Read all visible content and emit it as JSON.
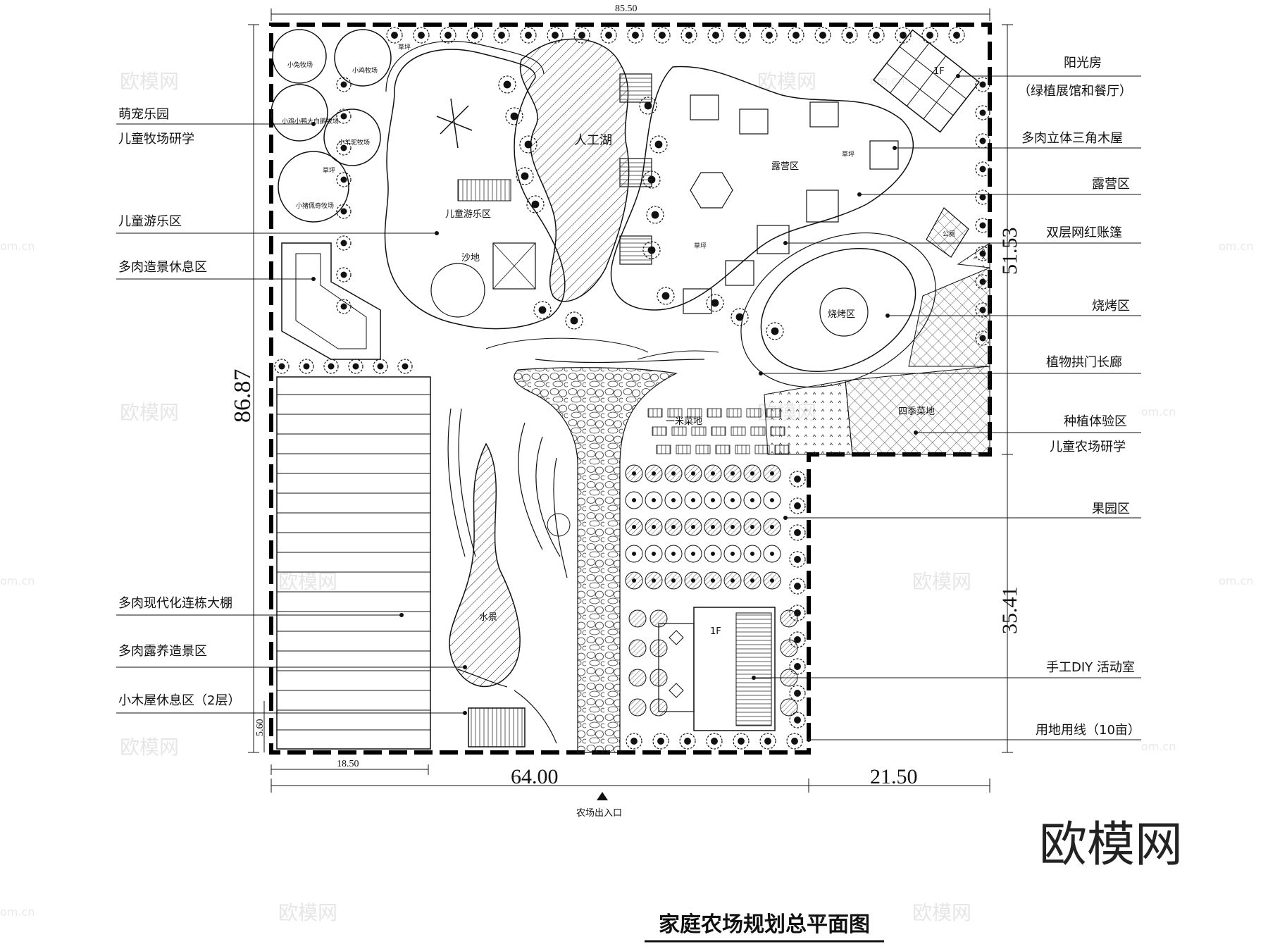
{
  "title": "家庭农场规划总平面图",
  "brand_mark": "欧模网",
  "watermarks": [
    "欧模网",
    "om.cn"
  ],
  "entrance_label": "农场出入口",
  "dimensions": {
    "top": "85.50",
    "left_total": "86.87",
    "right_upper": "51.53",
    "right_lower": "35.41",
    "bottom_main": "64.00",
    "bottom_right": "21.50",
    "bottom_left": "18.50",
    "left_small": "5.60"
  },
  "left_callouts": [
    "萌宠乐园",
    "儿童牧场研学",
    "儿童游乐区",
    "多肉造景休息区",
    "多肉现代化连栋大棚",
    "多肉露养造景区",
    "小木屋休息区（2层）"
  ],
  "right_callouts": [
    "阳光房",
    "（绿植展馆和餐厅）",
    "多肉立体三角木屋",
    "露营区",
    "双层网红账篷",
    "烧烤区",
    "植物拱门长廊",
    "种植体验区",
    "儿童农场研学",
    "果园区",
    "手工DIY  活动室",
    "用地用线（10亩）"
  ],
  "plan_labels": {
    "lake": "人工湖",
    "sand": "沙地",
    "kids_play": "儿童游乐区",
    "camping": "露营区",
    "bbq": "烧烤区",
    "water": "水景",
    "veg": "一米菜地",
    "seasonal": "四季菜地",
    "sunroom_1f": "1F",
    "toilet": "公厕",
    "workshop_1f": "1F",
    "lawn": "草坪",
    "pen1": "小兔牧场",
    "pen2": "小鸡牧场",
    "pen3": "小鸡小鸭大白鹅牧场",
    "pen4": "小羊驼牧场",
    "pen5": "小猪佩奇牧场"
  },
  "colors": {
    "ink": "#111111",
    "background": "#ffffff",
    "watermark": "#e6e6e6"
  }
}
